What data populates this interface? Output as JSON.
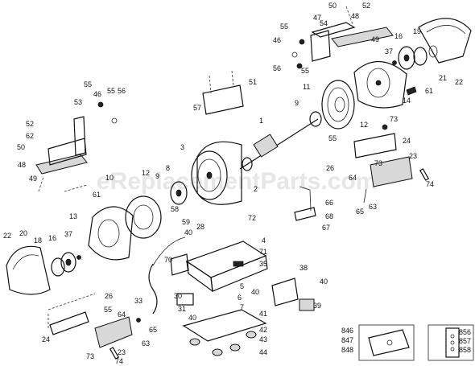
{
  "watermark": "eReplacementParts.com",
  "callouts": [
    {
      "id": "c1",
      "text": "1"
    },
    {
      "id": "c2",
      "text": "2"
    },
    {
      "id": "c3",
      "text": "3"
    },
    {
      "id": "c4",
      "text": "4"
    },
    {
      "id": "c5",
      "text": "5"
    },
    {
      "id": "c6",
      "text": "6"
    },
    {
      "id": "c7",
      "text": "7"
    },
    {
      "id": "c8",
      "text": "8"
    },
    {
      "id": "c9a",
      "text": "9"
    },
    {
      "id": "c9b",
      "text": "9"
    },
    {
      "id": "c10",
      "text": "10"
    },
    {
      "id": "c11",
      "text": "11"
    },
    {
      "id": "c12a",
      "text": "12"
    },
    {
      "id": "c12b",
      "text": "12"
    },
    {
      "id": "c13",
      "text": "13"
    },
    {
      "id": "c14",
      "text": "14"
    },
    {
      "id": "c16a",
      "text": "16"
    },
    {
      "id": "c16b",
      "text": "16"
    },
    {
      "id": "c18",
      "text": "18"
    },
    {
      "id": "c19",
      "text": "19"
    },
    {
      "id": "c20",
      "text": "20"
    },
    {
      "id": "c21",
      "text": "21"
    },
    {
      "id": "c22a",
      "text": "22"
    },
    {
      "id": "c22b",
      "text": "22"
    },
    {
      "id": "c23a",
      "text": "23"
    },
    {
      "id": "c23b",
      "text": "23"
    },
    {
      "id": "c24a",
      "text": "24"
    },
    {
      "id": "c24b",
      "text": "24"
    },
    {
      "id": "c26a",
      "text": "26"
    },
    {
      "id": "c26b",
      "text": "26"
    },
    {
      "id": "c28",
      "text": "28"
    },
    {
      "id": "c30",
      "text": "30"
    },
    {
      "id": "c31",
      "text": "31"
    },
    {
      "id": "c33",
      "text": "33"
    },
    {
      "id": "c35",
      "text": "35"
    },
    {
      "id": "c37a",
      "text": "37"
    },
    {
      "id": "c37b",
      "text": "37"
    },
    {
      "id": "c38",
      "text": "38"
    },
    {
      "id": "c39",
      "text": "39"
    },
    {
      "id": "c40a",
      "text": "40"
    },
    {
      "id": "c40b",
      "text": "40"
    },
    {
      "id": "c40c",
      "text": "40"
    },
    {
      "id": "c40d",
      "text": "40"
    },
    {
      "id": "c41",
      "text": "41"
    },
    {
      "id": "c42",
      "text": "42"
    },
    {
      "id": "c43",
      "text": "43"
    },
    {
      "id": "c44",
      "text": "44"
    },
    {
      "id": "c46a",
      "text": "46"
    },
    {
      "id": "c46b",
      "text": "46"
    },
    {
      "id": "c47",
      "text": "47"
    },
    {
      "id": "c48a",
      "text": "48"
    },
    {
      "id": "c48b",
      "text": "48"
    },
    {
      "id": "c49a",
      "text": "49"
    },
    {
      "id": "c49b",
      "text": "49"
    },
    {
      "id": "c50a",
      "text": "50"
    },
    {
      "id": "c50b",
      "text": "50"
    },
    {
      "id": "c51",
      "text": "51"
    },
    {
      "id": "c52a",
      "text": "52"
    },
    {
      "id": "c52b",
      "text": "52"
    },
    {
      "id": "c53",
      "text": "53"
    },
    {
      "id": "c54",
      "text": "54"
    },
    {
      "id": "c55a",
      "text": "55"
    },
    {
      "id": "c55b",
      "text": "55"
    },
    {
      "id": "c55c",
      "text": "55"
    },
    {
      "id": "c55d",
      "text": "55"
    },
    {
      "id": "c55e",
      "text": "55"
    },
    {
      "id": "c55f",
      "text": "55"
    },
    {
      "id": "c56a",
      "text": "56"
    },
    {
      "id": "c56b",
      "text": "56"
    },
    {
      "id": "c57",
      "text": "57"
    },
    {
      "id": "c58",
      "text": "58"
    },
    {
      "id": "c59",
      "text": "59"
    },
    {
      "id": "c61a",
      "text": "61"
    },
    {
      "id": "c61b",
      "text": "61"
    },
    {
      "id": "c62",
      "text": "62"
    },
    {
      "id": "c63a",
      "text": "63"
    },
    {
      "id": "c63b",
      "text": "63"
    },
    {
      "id": "c64a",
      "text": "64"
    },
    {
      "id": "c64b",
      "text": "64"
    },
    {
      "id": "c65a",
      "text": "65"
    },
    {
      "id": "c65b",
      "text": "65"
    },
    {
      "id": "c66",
      "text": "66"
    },
    {
      "id": "c67",
      "text": "67"
    },
    {
      "id": "c68",
      "text": "68"
    },
    {
      "id": "c70",
      "text": "70"
    },
    {
      "id": "c71",
      "text": "71"
    },
    {
      "id": "c72",
      "text": "72"
    },
    {
      "id": "c73a",
      "text": "73"
    },
    {
      "id": "c73b",
      "text": "73"
    },
    {
      "id": "c73c",
      "text": "73"
    },
    {
      "id": "c74a",
      "text": "74"
    },
    {
      "id": "c74b",
      "text": "74"
    },
    {
      "id": "c846",
      "text": "846"
    },
    {
      "id": "c847",
      "text": "847"
    },
    {
      "id": "c848",
      "text": "848"
    },
    {
      "id": "c856",
      "text": "856"
    },
    {
      "id": "c857",
      "text": "857"
    },
    {
      "id": "c858",
      "text": "858"
    }
  ]
}
